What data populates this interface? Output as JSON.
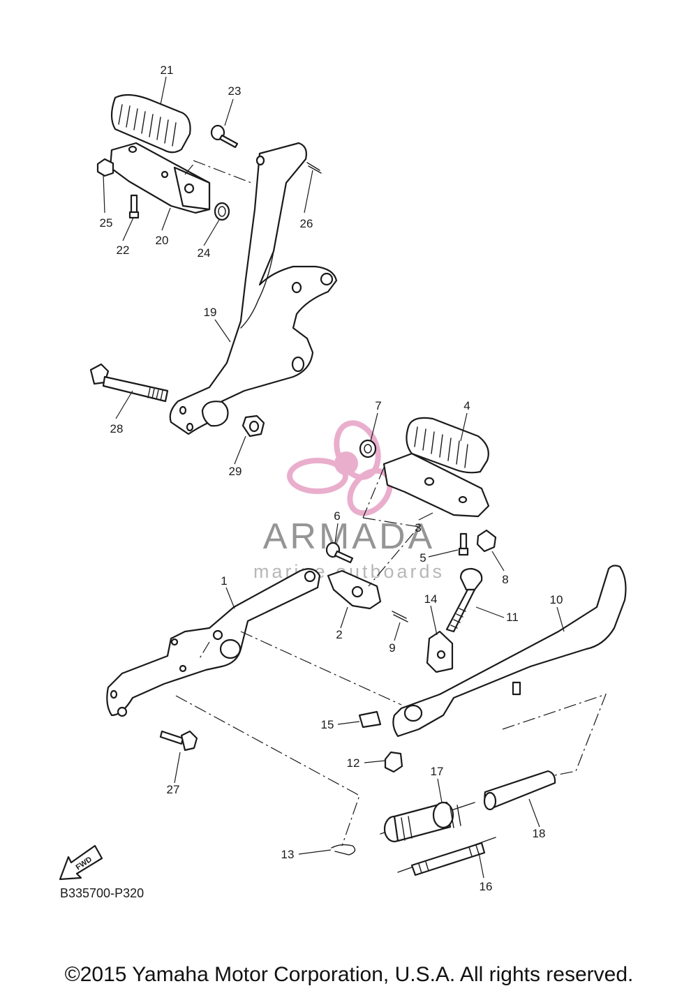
{
  "diagram": {
    "callouts": [
      "1",
      "2",
      "3",
      "4",
      "5",
      "6",
      "7",
      "8",
      "9",
      "10",
      "11",
      "12",
      "13",
      "14",
      "15",
      "16",
      "17",
      "18",
      "19",
      "20",
      "21",
      "22",
      "23",
      "24",
      "25",
      "26",
      "27",
      "28",
      "29"
    ],
    "direction_label": "FWD",
    "drawing_code": "B335700-P320"
  },
  "watermark": {
    "name": "ARMADA",
    "tagline": "marine outboards",
    "colors": {
      "logo_pink": "#e8a6c8",
      "text_gray": "#8a8a8a"
    }
  },
  "copyright": "©2015 Yamaha Motor Corporation, U.S.A. All rights reserved."
}
